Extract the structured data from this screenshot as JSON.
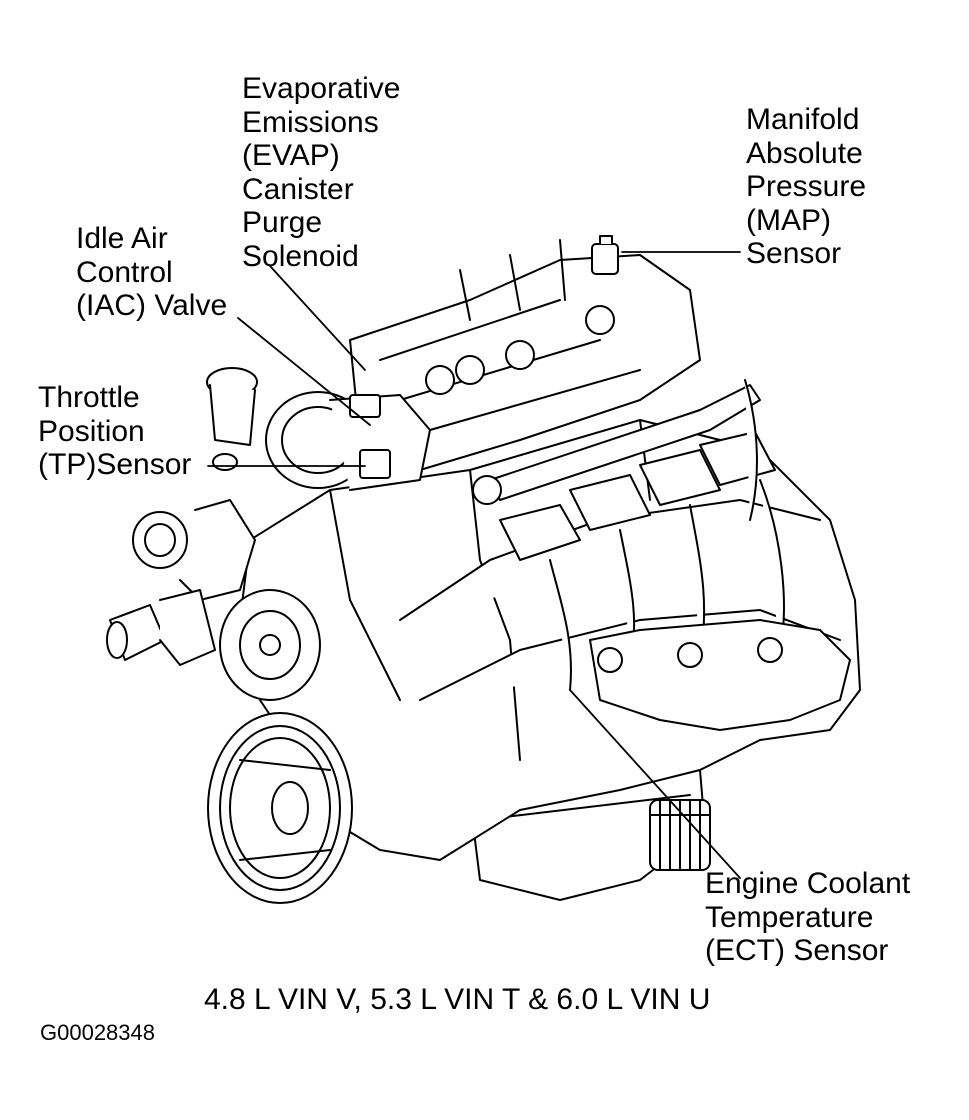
{
  "callouts": {
    "evap": [
      "Evaporative",
      "Emissions",
      "(EVAP)",
      "Canister",
      "Purge",
      "Solenoid"
    ],
    "map": [
      "Manifold",
      "Absolute",
      "Pressure",
      "(MAP)",
      "Sensor"
    ],
    "iac": [
      "Idle Air",
      "Control",
      "(IAC) Valve"
    ],
    "tp": [
      "Throttle",
      "Position",
      "(TP)Sensor"
    ],
    "ect": [
      "Engine Coolant",
      "Temperature",
      "(ECT) Sensor"
    ]
  },
  "caption": "4.8 L VIN V, 5.3 L VIN T & 6.0 L VIN U",
  "figure_id": "G00028348"
}
